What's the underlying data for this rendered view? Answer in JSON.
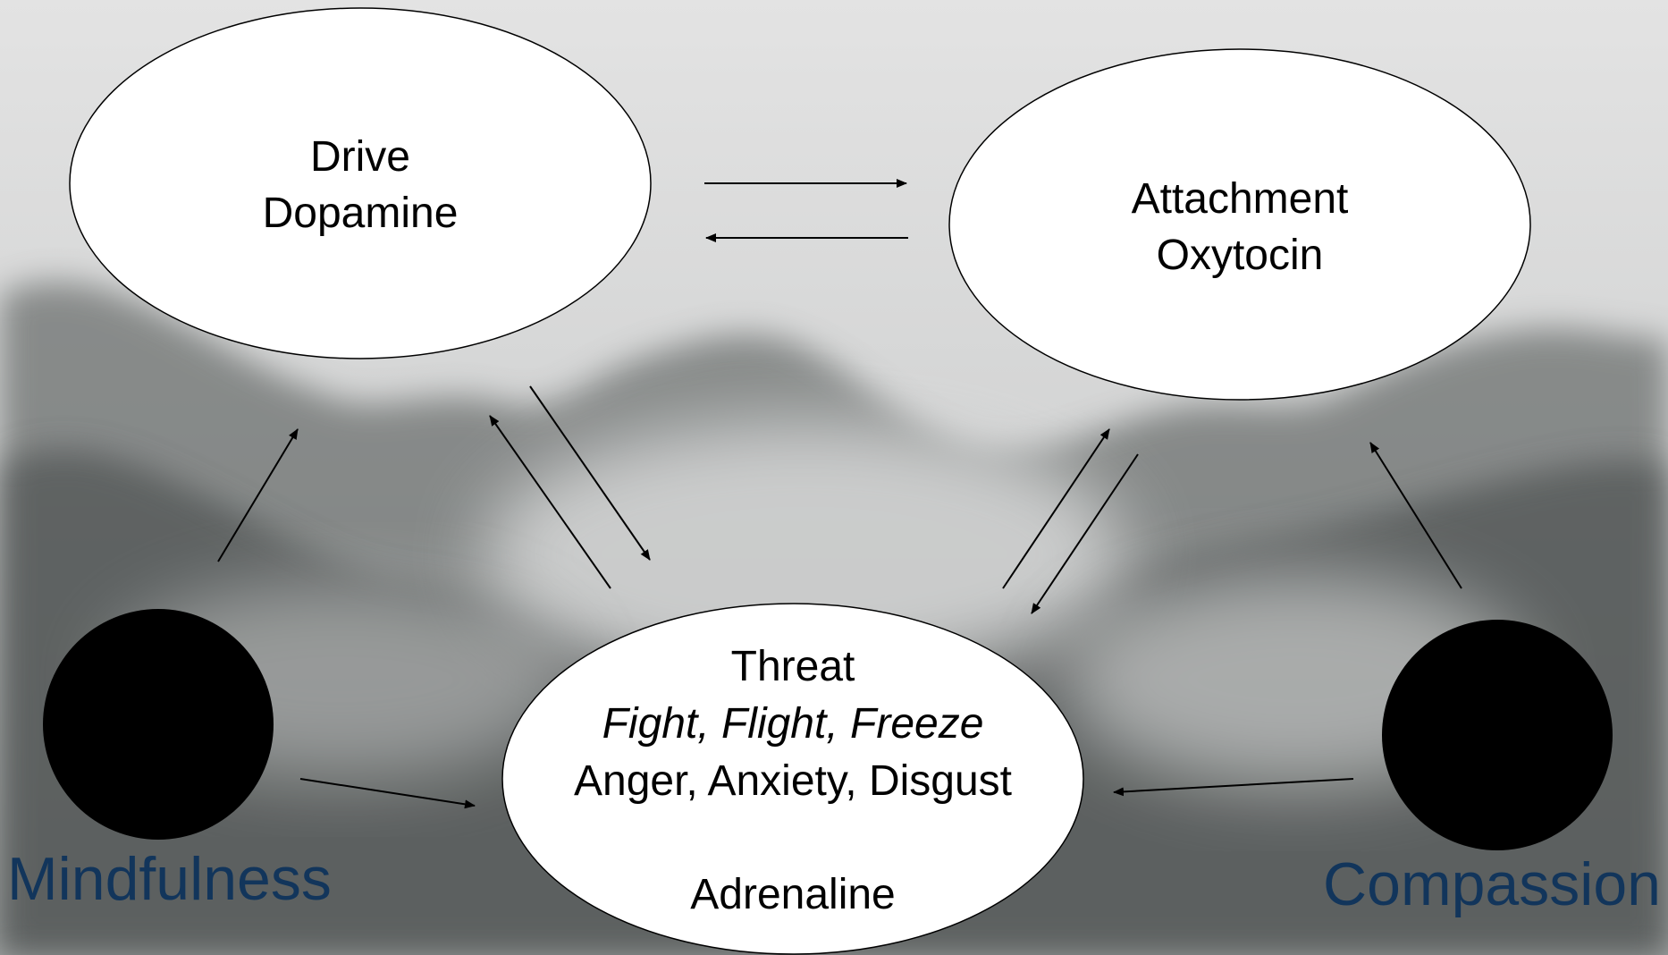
{
  "nodes": {
    "drive": {
      "line1": "Drive",
      "line2": "Dopamine"
    },
    "attachment": {
      "line1": "Attachment",
      "line2": "Oxytocin"
    },
    "threat": {
      "line1": "Threat",
      "line2": "Fight, Flight, Freeze",
      "line3": "Anger, Anxiety, Disgust",
      "line4": "Adrenaline"
    }
  },
  "side_labels": {
    "left": "Mindfulness",
    "right": "Compassion"
  },
  "colors": {
    "ellipse_fill": "#ffffff",
    "outline": "#000000",
    "circle_fill": "#000000",
    "side_label": "#12355b",
    "sky": "#dcdcdc",
    "forest": "#5a5e5c"
  },
  "edges": [
    {
      "from": "drive",
      "to": "attachment"
    },
    {
      "from": "attachment",
      "to": "drive"
    },
    {
      "from": "drive",
      "to": "threat"
    },
    {
      "from": "threat",
      "to": "drive"
    },
    {
      "from": "attachment",
      "to": "threat"
    },
    {
      "from": "threat",
      "to": "attachment"
    },
    {
      "from": "mindfulness",
      "to": "drive"
    },
    {
      "from": "mindfulness",
      "to": "threat"
    },
    {
      "from": "compassion",
      "to": "attachment"
    },
    {
      "from": "compassion",
      "to": "threat"
    }
  ]
}
